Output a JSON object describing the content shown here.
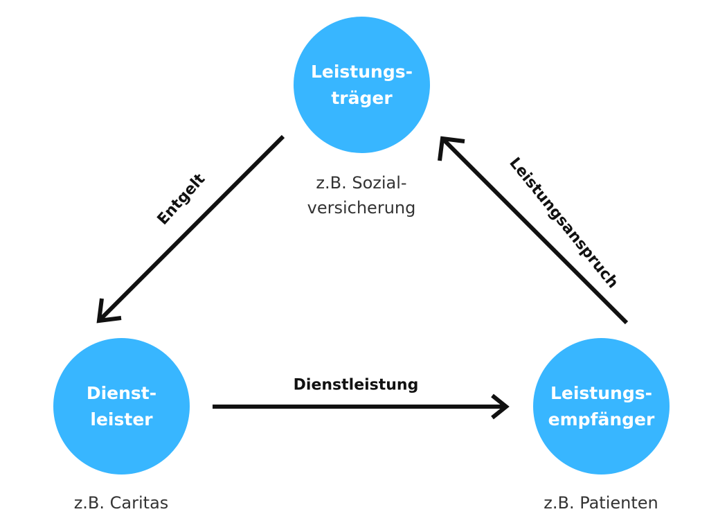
{
  "colors": {
    "node_fill": "#38b6ff",
    "node_text": "#ffffff",
    "arrow": "#111111",
    "caption": "#333333"
  },
  "nodes": {
    "top": {
      "line1": "Leistungs-",
      "line2": "träger",
      "caption_line1": "z.B. Sozial-",
      "caption_line2": "versicherung"
    },
    "left": {
      "line1": "Dienst-",
      "line2": "leister",
      "caption_line1": "z.B. Caritas"
    },
    "right": {
      "line1": "Leistungs-",
      "line2": "empfänger",
      "caption_line1": "z.B. Patienten"
    }
  },
  "edges": {
    "entgelt": "Entgelt",
    "anspruch": "Leistungsanspruch",
    "dienst": "Dienstleistung"
  }
}
